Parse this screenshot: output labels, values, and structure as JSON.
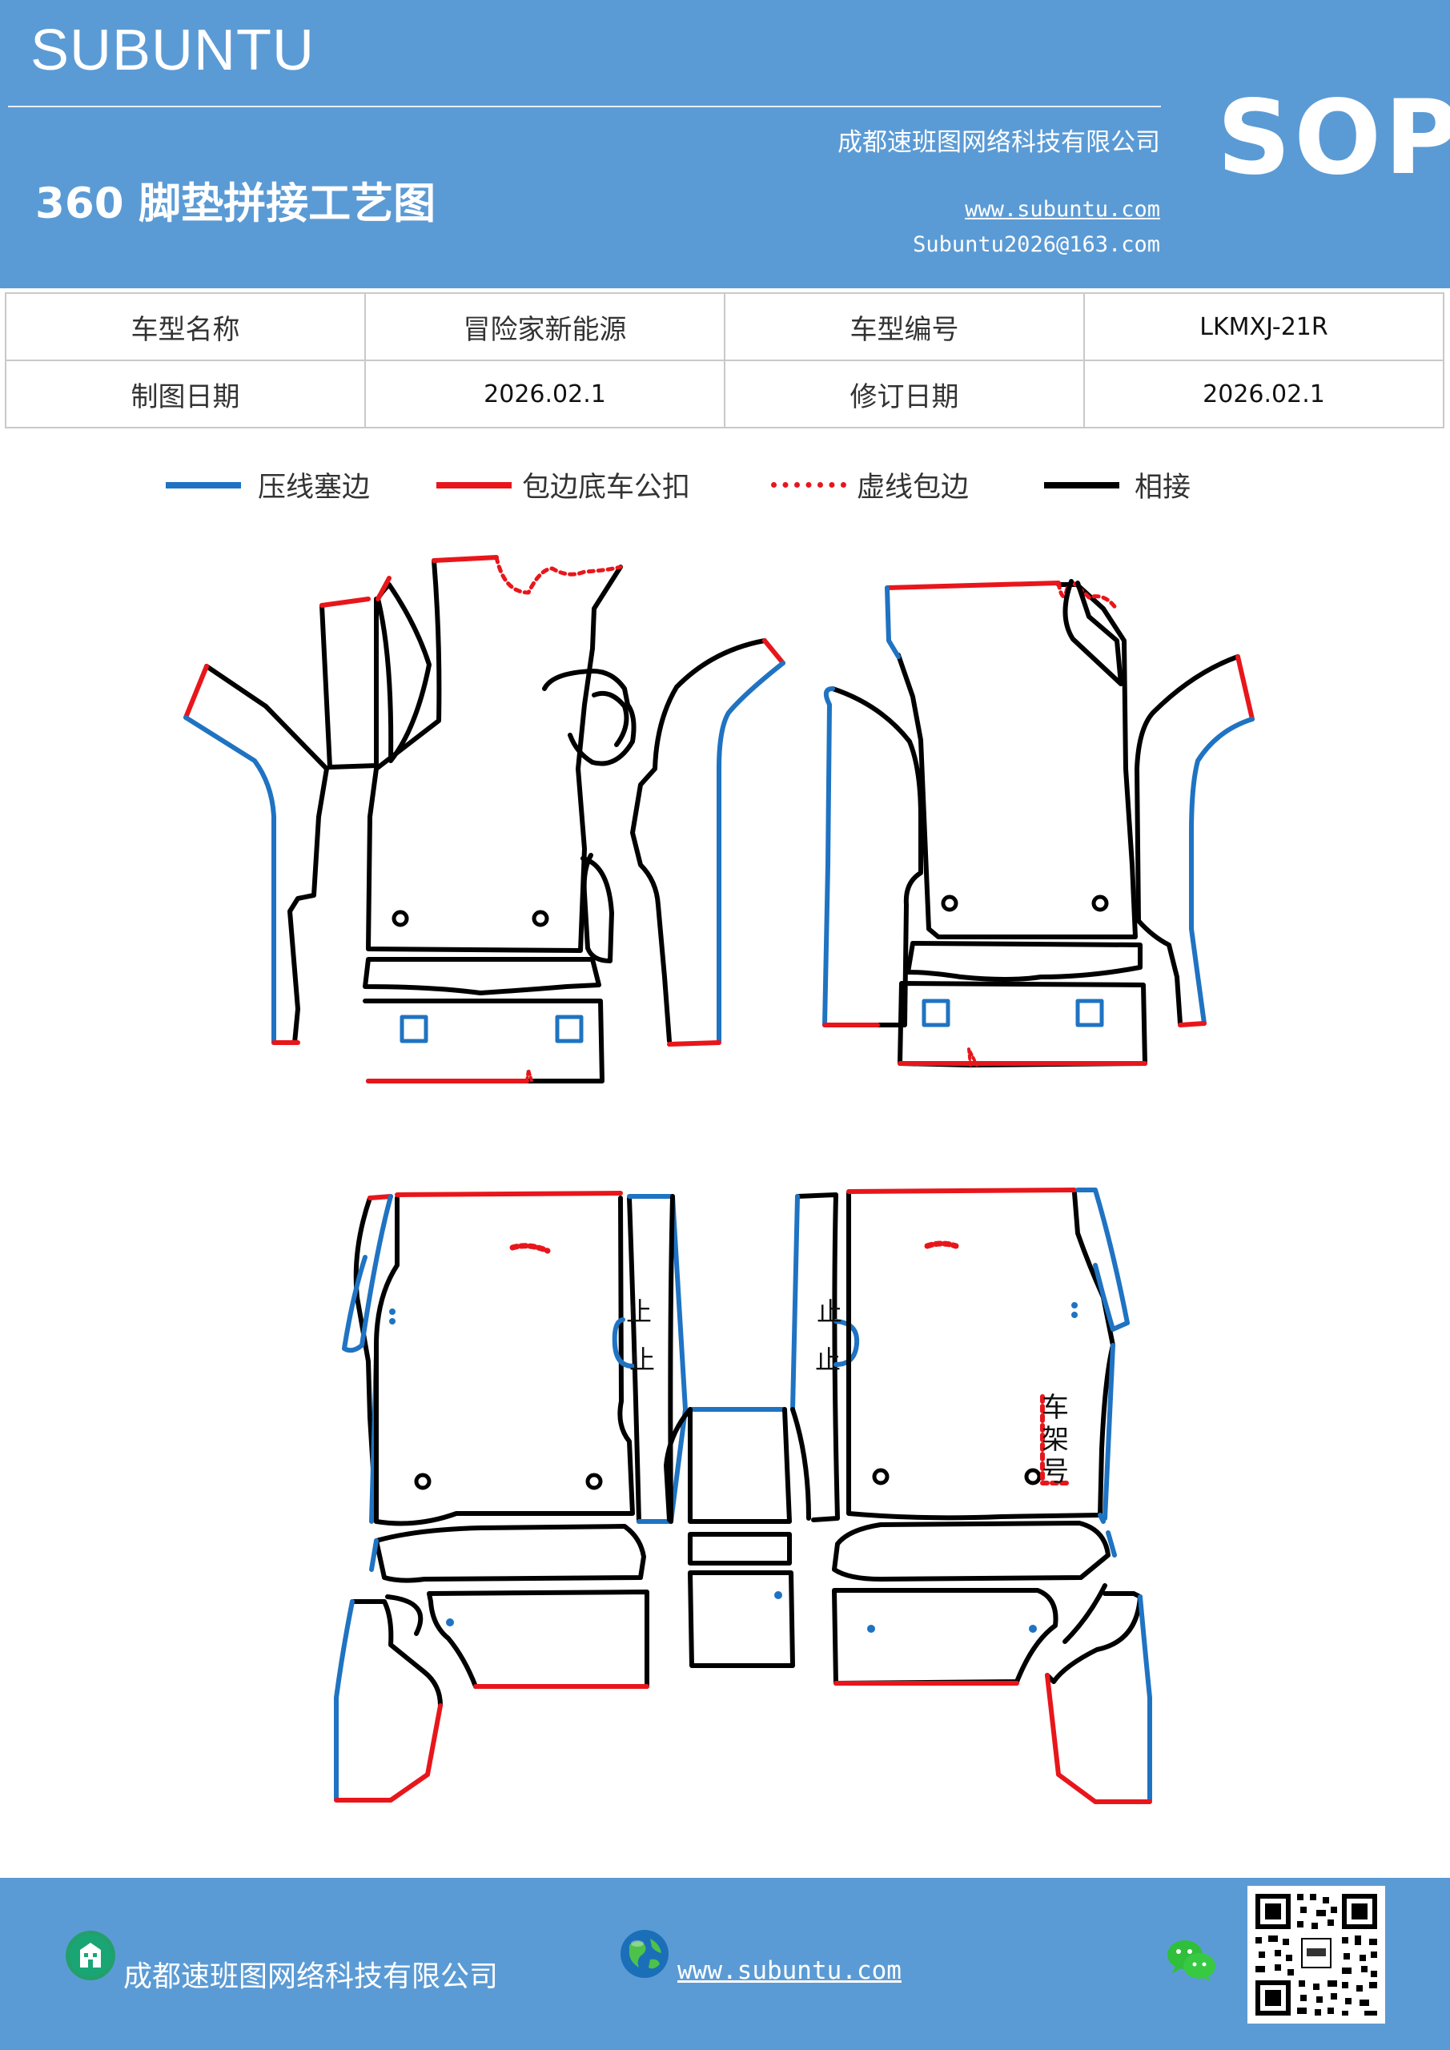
{
  "header": {
    "brand": "SUBUNTU",
    "company": "成都速班图网络科技有限公司",
    "title": "360 脚垫拼接工艺图",
    "website": "www.subuntu.com",
    "email": "Subuntu2026@163.com",
    "badge": "SOP"
  },
  "info_table": {
    "rows": [
      [
        "车型名称",
        "冒险家新能源",
        "车型编号",
        "LKMXJ-21R"
      ],
      [
        "制图日期",
        "2026.02.1",
        "修订日期",
        "2026.02.1"
      ]
    ]
  },
  "legend": {
    "items": [
      {
        "label": "压线塞边",
        "color": "#1f73c2",
        "style": "solid"
      },
      {
        "label": "包边底车公扣",
        "color": "#e8161b",
        "style": "solid"
      },
      {
        "label": "虚线包边",
        "color": "#e8161b",
        "style": "dotted"
      },
      {
        "label": "相接",
        "color": "#000000",
        "style": "solid"
      }
    ]
  },
  "drawing": {
    "stop_mark": "止",
    "vin_label": "车架号"
  },
  "footer": {
    "company": "成都速班图网络科技有限公司",
    "website": "www.subuntu.com",
    "icons": [
      "building-icon",
      "globe-icon",
      "wechat-icon",
      "qr-code"
    ]
  },
  "colors": {
    "header_bg": "#5b9bd5",
    "blue_edge": "#1f73c2",
    "red_edge": "#e8161b",
    "outline": "#000000"
  }
}
